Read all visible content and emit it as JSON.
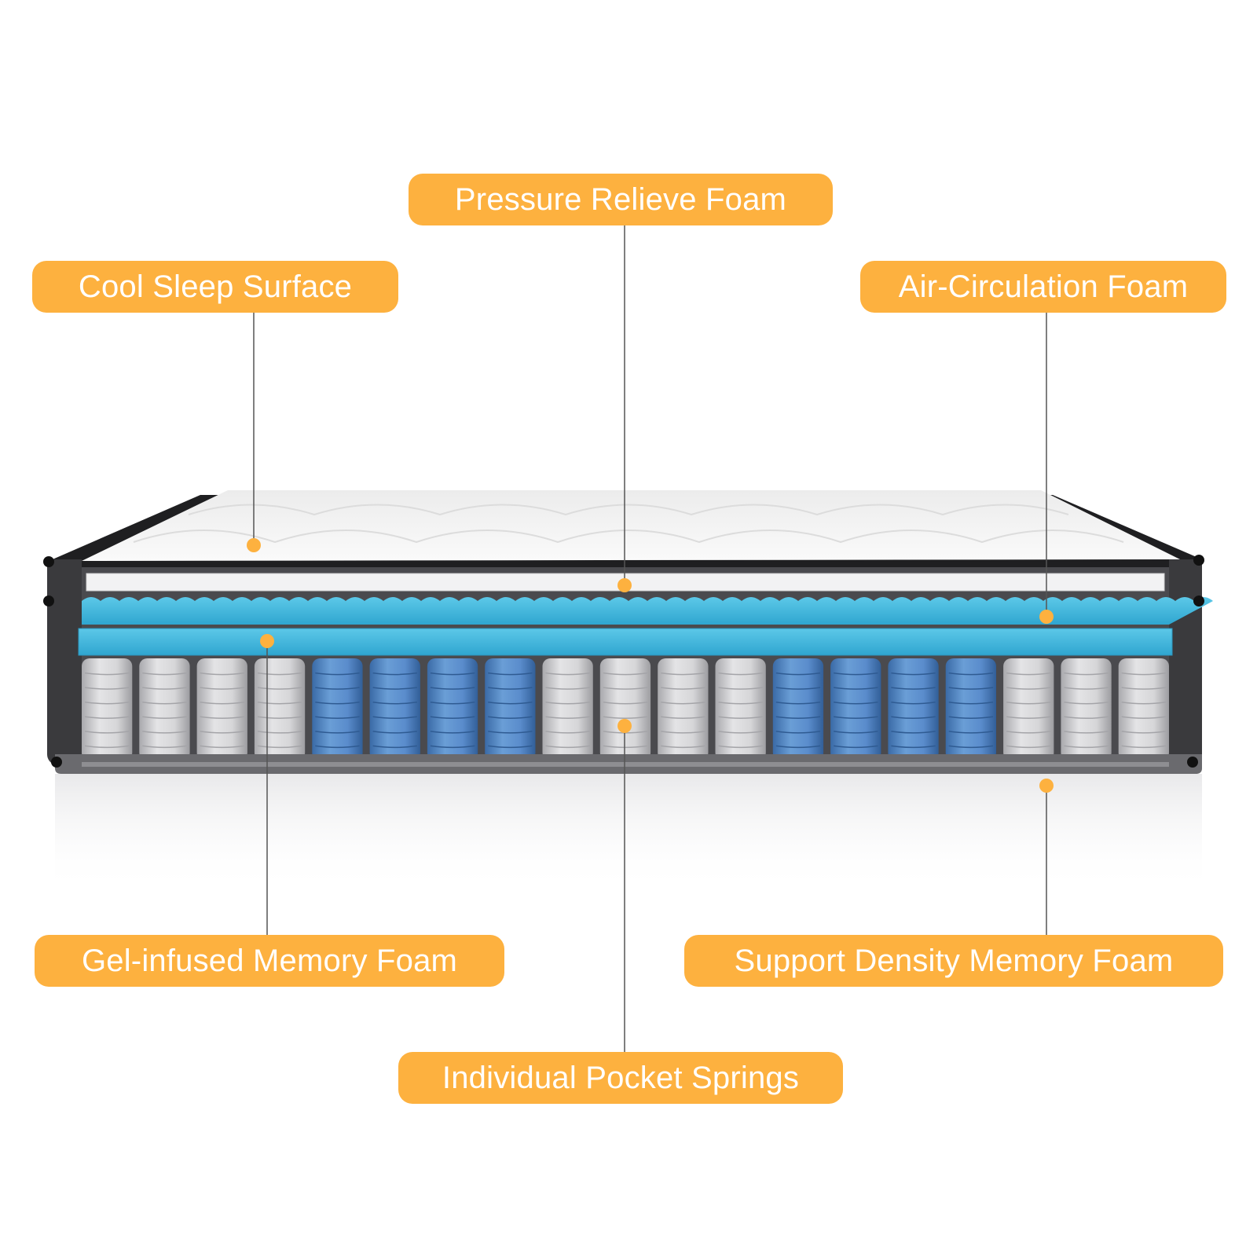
{
  "colors": {
    "accent": "#fdb13f",
    "label_text": "#ffffff",
    "leader_line": "#555555",
    "foam_blue": "#3fb8dc",
    "spring_blue": "#4f87c4",
    "spring_gray": "#cfcfd1",
    "frame_dark": "#2a2a2c",
    "top_quilt": "#f4f4f4"
  },
  "labels": {
    "pressure_relieve_foam": "Pressure Relieve Foam",
    "cool_sleep_surface": "Cool Sleep Surface",
    "air_circulation_foam": "Air-Circulation Foam",
    "gel_infused_memory_foam": "Gel-infused Memory Foam",
    "support_density_memory_foam": "Support Density Memory Foam",
    "individual_pocket_springs": "Individual Pocket Springs"
  },
  "springs": {
    "pattern": [
      "gray",
      "gray",
      "gray",
      "gray",
      "blue",
      "blue",
      "blue",
      "blue",
      "gray",
      "gray",
      "gray",
      "gray",
      "blue",
      "blue",
      "blue",
      "blue",
      "gray",
      "gray",
      "gray"
    ]
  }
}
